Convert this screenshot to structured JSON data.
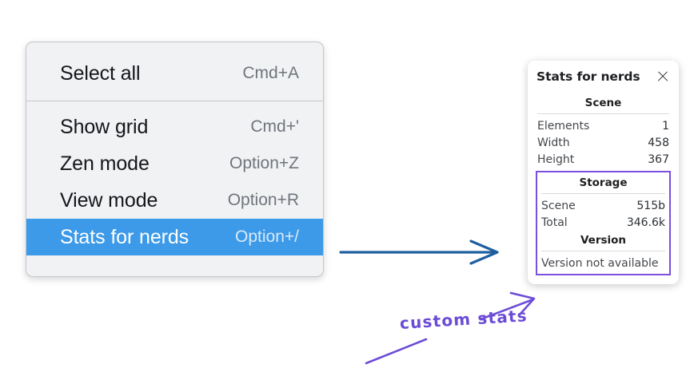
{
  "canvas": {
    "background": "#ffffff",
    "accent_blue": "#3d9ae8",
    "arrow_blue": "#1f5fa0",
    "annotation_purple": "#6c4cd6",
    "highlight_box_purple": "#7c4fde"
  },
  "context_menu": {
    "sections": [
      {
        "items": [
          {
            "label": "Select all",
            "shortcut": "Cmd+A",
            "selected": false
          }
        ]
      },
      {
        "items": [
          {
            "label": "Show grid",
            "shortcut": "Cmd+'",
            "selected": false
          },
          {
            "label": "Zen mode",
            "shortcut": "Option+Z",
            "selected": false
          },
          {
            "label": "View mode",
            "shortcut": "Option+R",
            "selected": false
          },
          {
            "label": "Stats for nerds",
            "shortcut": "Option+/",
            "selected": true
          }
        ]
      }
    ]
  },
  "stats_panel": {
    "title": "Stats for nerds",
    "close_icon": "close-icon",
    "scene": {
      "heading": "Scene",
      "rows": [
        {
          "label": "Elements",
          "value": "1"
        },
        {
          "label": "Width",
          "value": "458"
        },
        {
          "label": "Height",
          "value": "367"
        }
      ]
    },
    "storage": {
      "heading": "Storage",
      "rows": [
        {
          "label": "Scene",
          "value": "515b"
        },
        {
          "label": "Total",
          "value": "346.6k"
        }
      ]
    },
    "version": {
      "heading": "Version",
      "note": "Version not available"
    }
  },
  "annotations": {
    "custom_stats_label": "custom stats"
  }
}
